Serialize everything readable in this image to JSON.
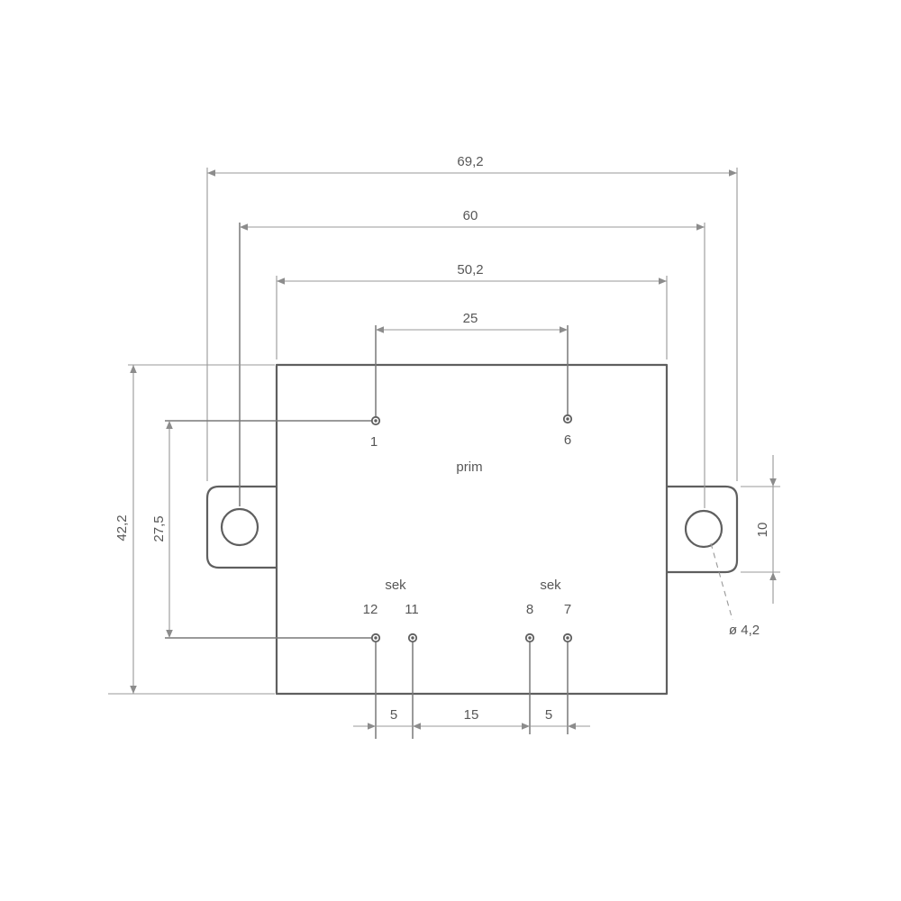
{
  "drawing": {
    "kind": "transformer dimension drawing",
    "dimensions": {
      "overall_width": "69,2",
      "hole_spacing": "60",
      "body_width": "50,2",
      "pin_span_top": "25",
      "overall_height": "42,2",
      "pin_row_spacing": "27,5",
      "flange_height": "10",
      "hole_diameter": "ø 4,2",
      "pin_gap_left": "5",
      "pin_gap_middle": "15",
      "pin_gap_right": "5"
    },
    "labels": {
      "primary": "prim",
      "secondary_left": "sek",
      "secondary_right": "sek"
    },
    "pins": {
      "pin_1": "1",
      "pin_6": "6",
      "pin_12": "12",
      "pin_11": "11",
      "pin_8": "8",
      "pin_7": "7"
    }
  },
  "colors": {
    "outline": "#5f5f5f",
    "dim_line": "#989898",
    "text": "#575757",
    "background": "#ffffff"
  }
}
